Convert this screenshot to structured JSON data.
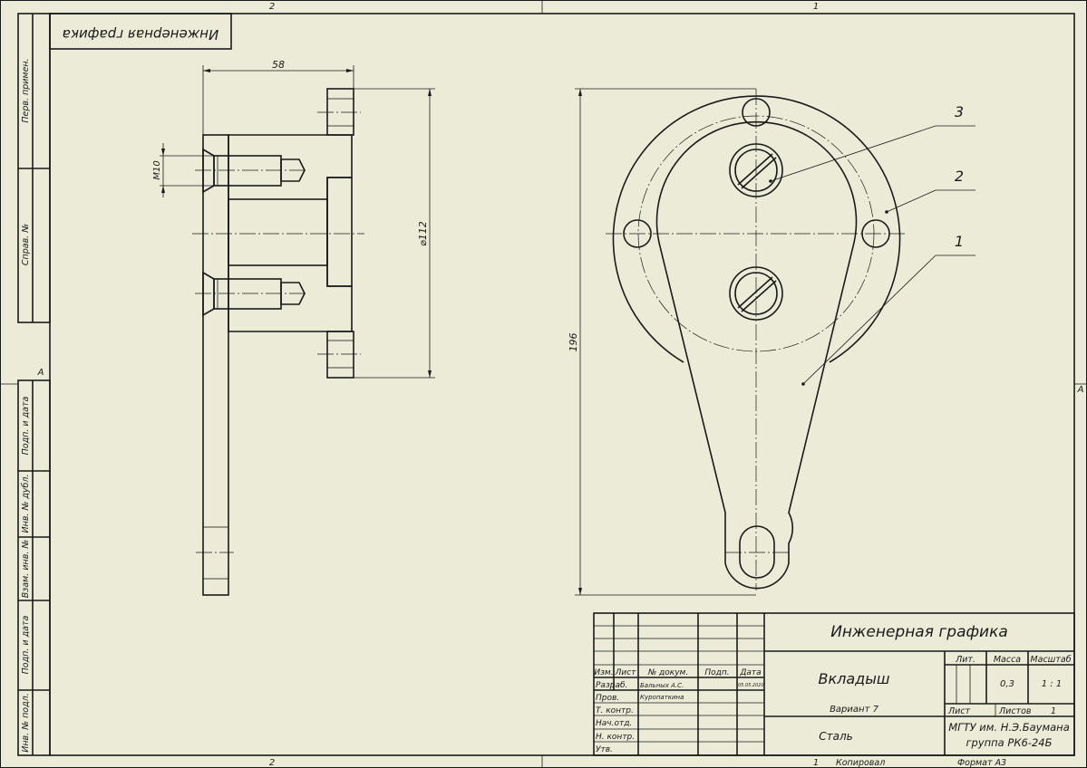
{
  "zone_labels": {
    "top_left": "2",
    "top_right": "1",
    "bottom_left": "2",
    "bottom_right": "1",
    "side_left": "A",
    "side_right": "A"
  },
  "mirrored_stamp": "Инженерная графика",
  "side_stamps": [
    "Перв. примен.",
    "Справ. №",
    "Подп. и дата",
    "Инв. № дубл.",
    "Взам. инв. №",
    "Подп. и дата",
    "Инв. № подл."
  ],
  "dimensions": {
    "width": "58",
    "thread": "M10",
    "diameter": "⌀112",
    "height": "196"
  },
  "balloons": [
    "3",
    "2",
    "1"
  ],
  "title_block": {
    "org_title": "Инженерная графика",
    "part_name": "Вкладыш",
    "variant": "Вариант 7",
    "material": "Сталь",
    "headers": {
      "lit": "Лит.",
      "mass": "Масса",
      "scale": "Масштаб"
    },
    "mass_value": "0,3",
    "scale_value": "1 : 1",
    "sheet_label": "Лист",
    "sheets_label": "Листов",
    "sheets_value": "1",
    "university_line1": "МГТУ им. Н.Э.Баумана",
    "university_line2": "группа РК6-24Б",
    "col_headers": [
      "Изм.",
      "Лист",
      "№ докум.",
      "Подп.",
      "Дата"
    ],
    "rows": [
      {
        "role": "Разраб.",
        "name": "Бальных А.С.",
        "date": "05.05.2020"
      },
      {
        "role": "Пров.",
        "name": "Куропаткина",
        "date": ""
      },
      {
        "role": "Т. контр.",
        "name": "",
        "date": ""
      },
      {
        "role": "Нач.отд.",
        "name": "",
        "date": ""
      },
      {
        "role": "Н. контр.",
        "name": "",
        "date": ""
      },
      {
        "role": "Утв.",
        "name": "",
        "date": ""
      }
    ]
  },
  "footer": {
    "copied": "Копировал",
    "format": "Формат А3"
  },
  "colors": {
    "background": "#ecebd7",
    "lines": "#1a1a1a"
  }
}
